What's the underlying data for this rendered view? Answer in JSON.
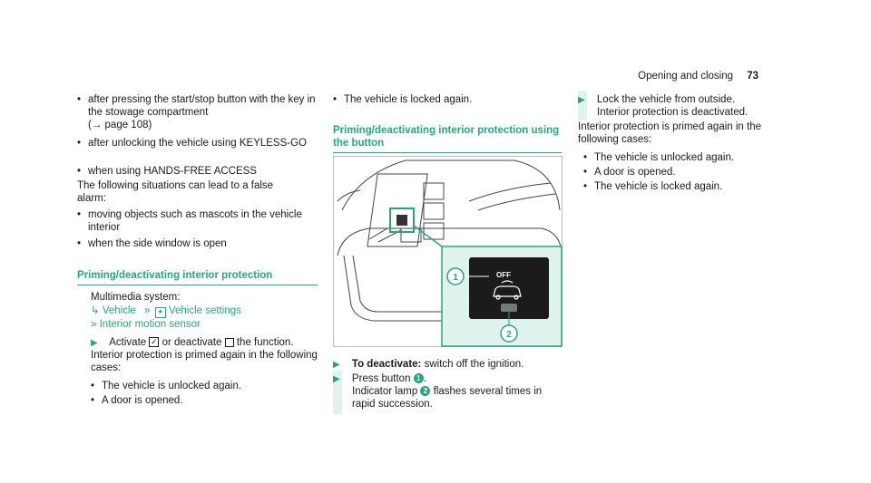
{
  "header": {
    "section": "Opening and closing",
    "page_number": "73"
  },
  "col1": {
    "bullets_top": [
      "after pressing the start/stop button with the key in the stowage compartment",
      "(→ page 108)",
      "after unlocking the vehicle using KEYLESS-GO",
      "when using HANDS-FREE ACCESS"
    ],
    "false_alarm_intro": "The following situations can lead to a false alarm:",
    "false_alarm_items": [
      "moving objects such as mascots in the vehicle interior",
      "when the side window is open"
    ],
    "heading": "Priming/deactivating interior protection",
    "multimedia_label": "Multimedia system:",
    "path1": "Vehicle",
    "path2": "Vehicle settings",
    "path3": "Interior motion sensor",
    "activate": "Activate",
    "or_deactivate": "or deactivate",
    "the_function": "the function.",
    "primed_intro": "Interior protection is primed again in the following cases:",
    "primed_items": [
      "The vehicle is unlocked again.",
      "A door is opened."
    ]
  },
  "col2": {
    "bullet": "The vehicle is locked again.",
    "heading": "Priming/deactivating interior protection using the button",
    "image": {
      "off_label": "OFF",
      "callout1": "1",
      "callout2": "2"
    },
    "deactivate_bold": "To deactivate:",
    "deactivate_rest": "switch off the ignition.",
    "press_button": "Press button",
    "press_button_num": "1",
    "indicator": "Indicator lamp",
    "indicator_num": "2",
    "indicator_rest": "flashes several times in rapid succession."
  },
  "col3": {
    "lock_step": "Lock the vehicle from outside.",
    "deactivated": "Interior protection is deactivated.",
    "primed_intro": "Interior protection is primed again in the following cases:",
    "primed_items": [
      "The vehicle is unlocked again.",
      "A door is opened.",
      "The vehicle is locked again."
    ]
  },
  "colors": {
    "accent": "#2aa37f",
    "highlight_bg": "#dff3ec"
  }
}
